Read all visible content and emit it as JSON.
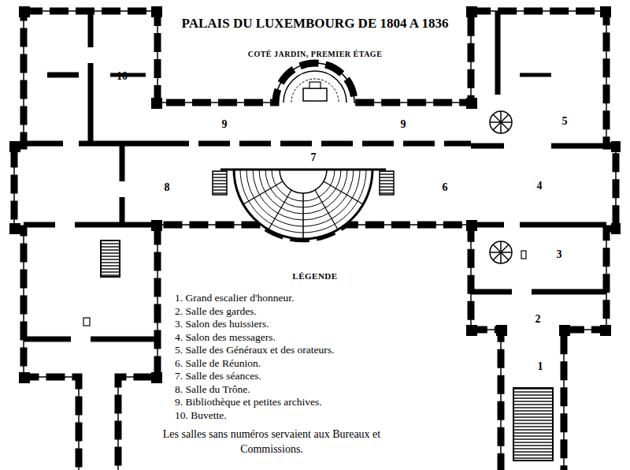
{
  "diagram": {
    "title": "PALAIS DU LUXEMBOURG DE 1804 A 1836",
    "labels": [
      "COTÉ JARDIN, PREMIER ÉTAGE",
      "10",
      "9",
      "9",
      "5",
      "7",
      "8",
      "6",
      "4",
      "3",
      "2",
      "1",
      "LÉGENDE",
      "Les salles sans numéros servaient aux Bureaux et Commissions."
    ],
    "legend": [
      {
        "text": "1. Grand escalier d'honneur."
      },
      {
        "text": "2. Salle des gardes."
      },
      {
        "text": "3. Salon des huissiers."
      },
      {
        "text": "4. Salon des messagers."
      },
      {
        "text": "5. Salle des Généraux et des orateurs."
      },
      {
        "text": "6. Salle de Réunion."
      },
      {
        "text": "7. Salle des séances."
      },
      {
        "text": "8. Salle du Trône."
      },
      {
        "text": "9. Bibliothèque et petites archives."
      },
      {
        "text": "10. Buvette."
      }
    ]
  }
}
